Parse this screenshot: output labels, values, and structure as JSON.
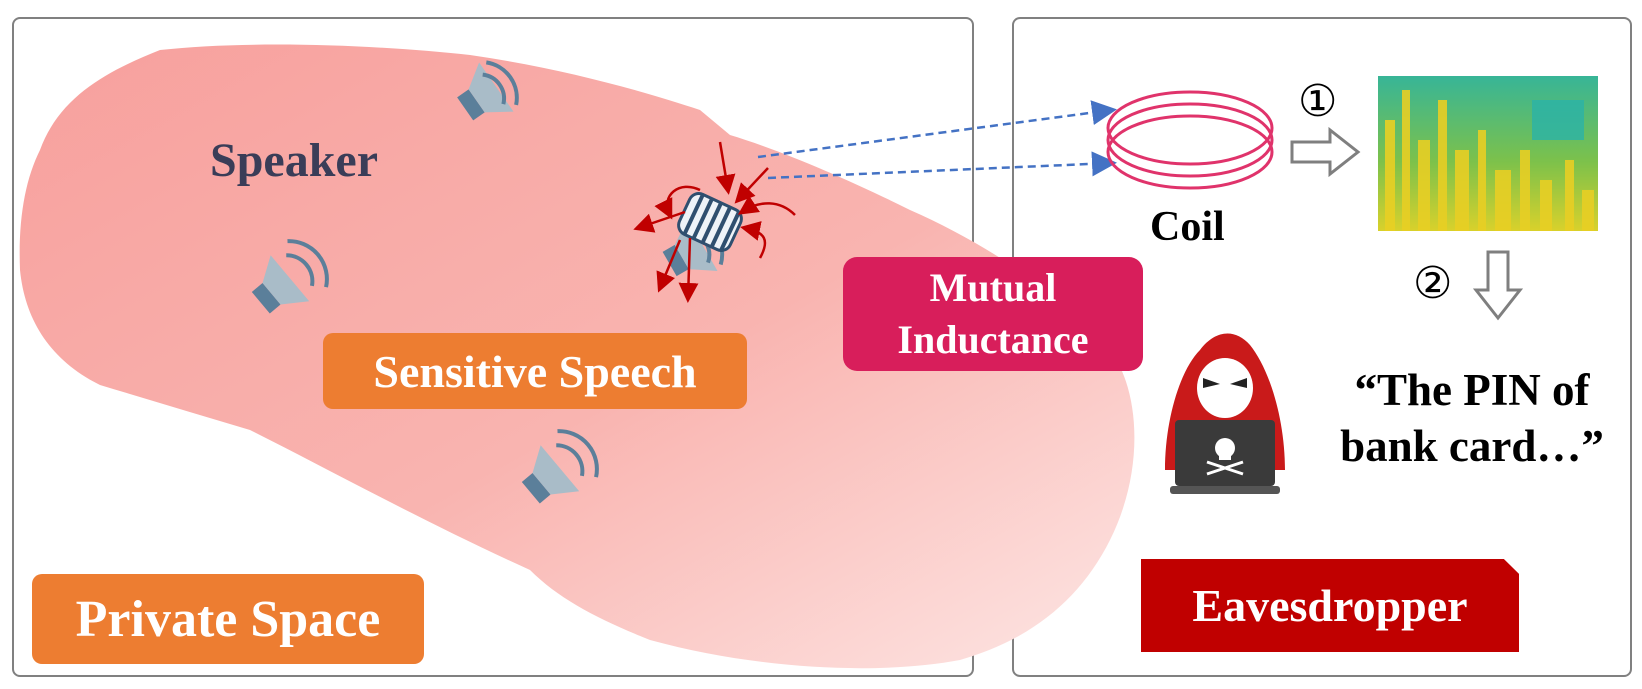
{
  "labels": {
    "speaker": "Speaker",
    "sensitive_speech": "Sensitive Speech",
    "private_space": "Private Space",
    "mutual_line1": "Mutual",
    "mutual_line2": "Inductance",
    "coil": "Coil",
    "step1": "①",
    "step2": "②",
    "quote_line1": "“The PIN of",
    "quote_line2": "bank card…”",
    "eavesdropper": "Eavesdropper"
  },
  "colors": {
    "orange_label": "#ed7d31",
    "mutual_label": "#d81e5b",
    "eavesdropper_label": "#c00000",
    "car": "#f8a3a0",
    "speaker_icon": "#5b7f9a",
    "coil": "#e0336b",
    "field_arrows": "#c00000",
    "dashed_arrows": "#4472c4"
  },
  "icons": [
    "car-silhouette-icon",
    "speaker-icon",
    "inductor-coil-icon",
    "pickup-coil-icon",
    "spectrogram-icon",
    "hooded-hacker-icon",
    "laptop-skull-icon",
    "hollow-arrow-icon"
  ]
}
